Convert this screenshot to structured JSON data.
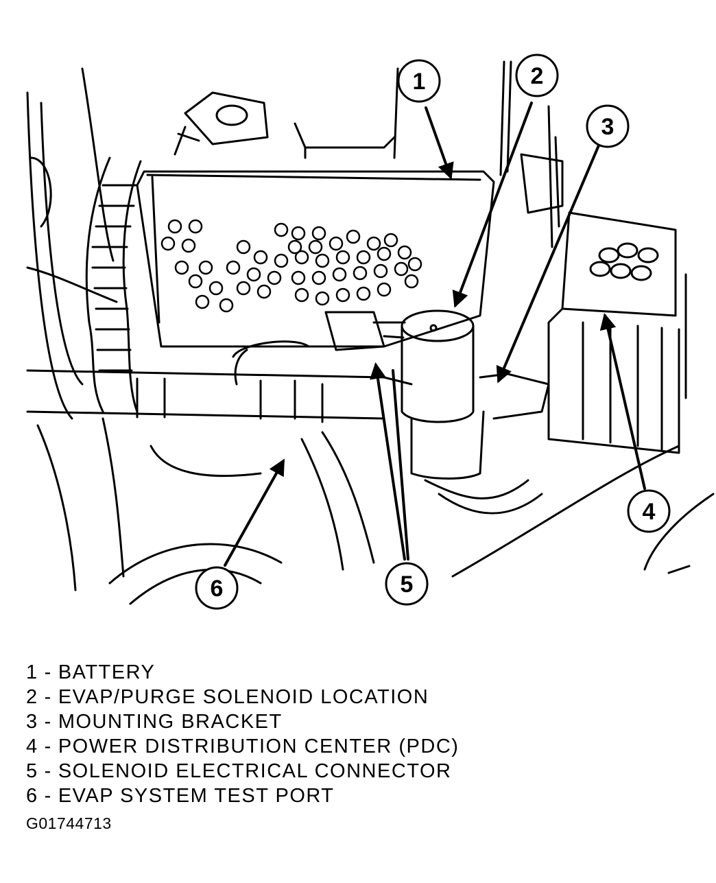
{
  "callouts": [
    {
      "number": "1",
      "label": "BATTERY"
    },
    {
      "number": "2",
      "label": "EVAP/PURGE SOLENOID LOCATION"
    },
    {
      "number": "3",
      "label": "MOUNTING BRACKET"
    },
    {
      "number": "4",
      "label": "POWER DISTRIBUTION CENTER (PDC)"
    },
    {
      "number": "5",
      "label": "SOLENOID ELECTRICAL CONNECTOR"
    },
    {
      "number": "6",
      "label": "EVAP SYSTEM TEST PORT"
    }
  ],
  "legend_separator": "-",
  "figure_id": "G01744713"
}
